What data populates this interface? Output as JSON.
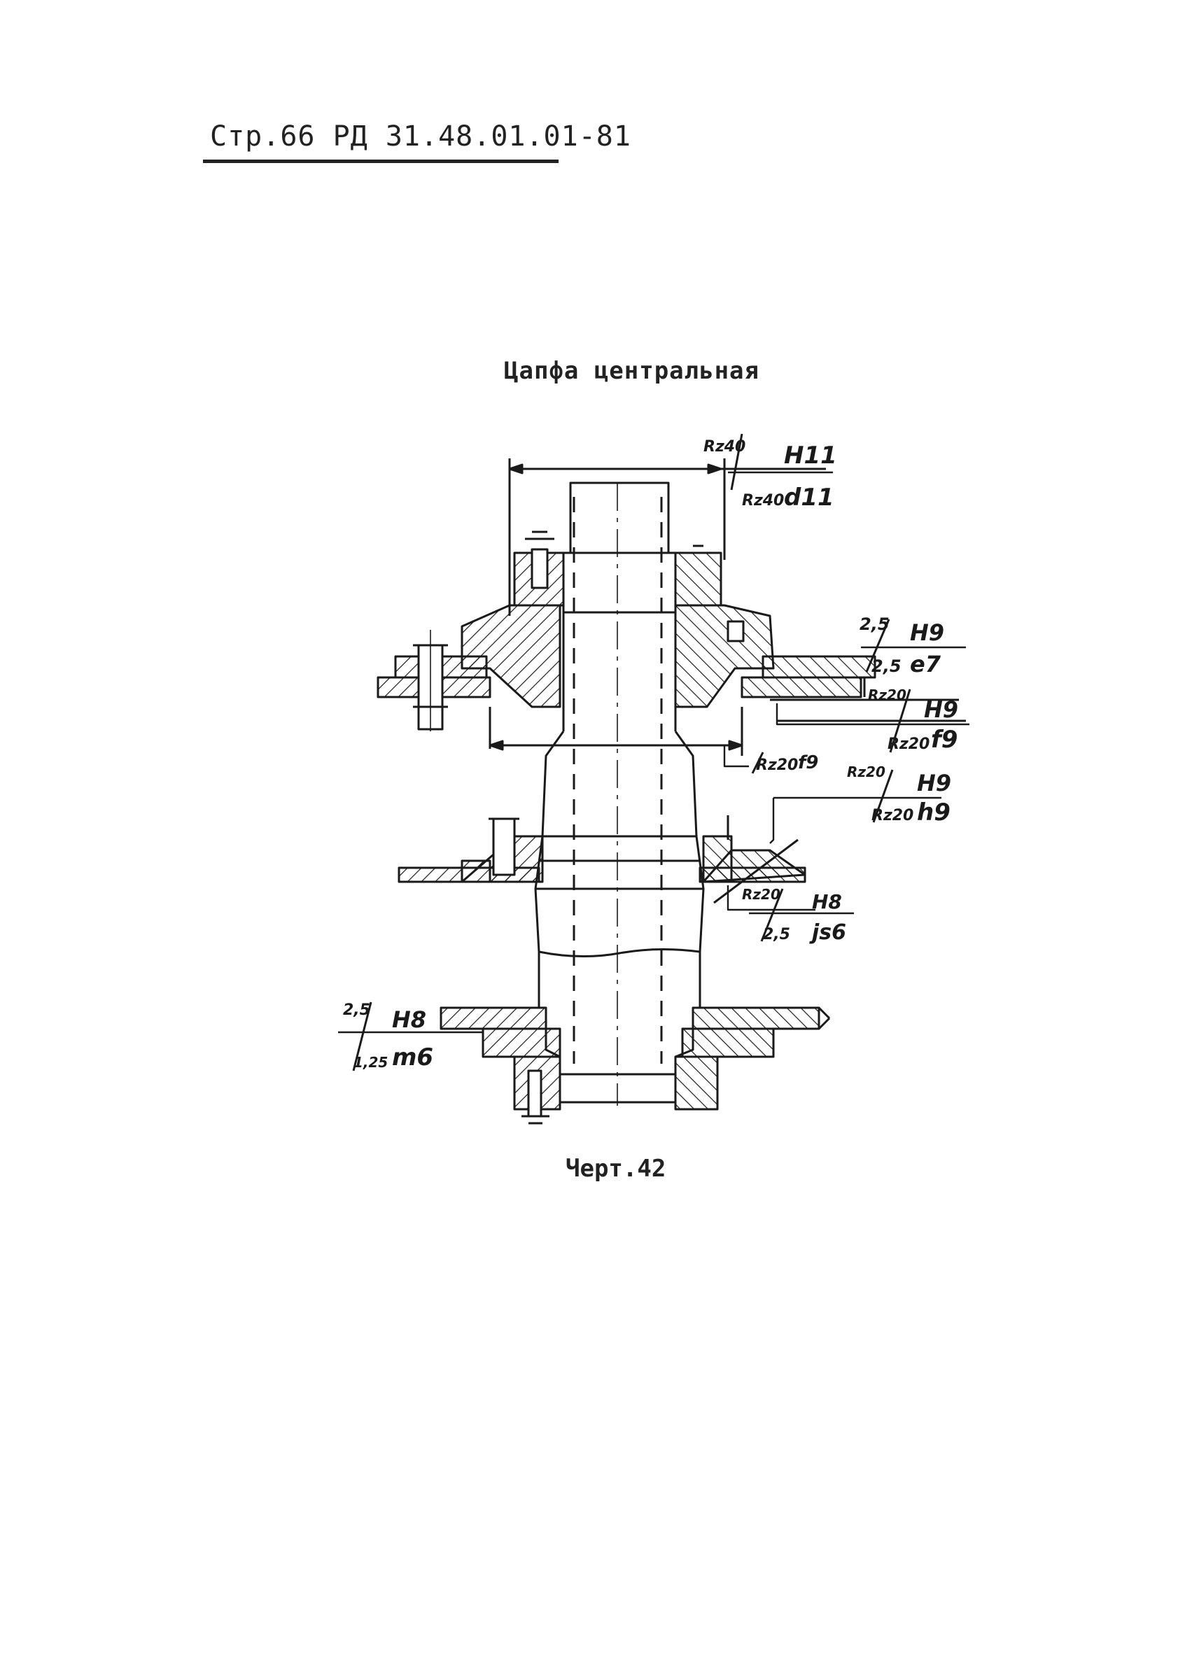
{
  "page": {
    "header": "Стр.66 РД 31.48.01.01-81",
    "title": "Цапфа центральная",
    "caption": "Черт.42"
  },
  "drawing": {
    "fits": {
      "f1": {
        "rough_top": "Rz40",
        "tol_top": "H11",
        "rough_bottom": "Rz40",
        "tol_bottom": "d11"
      },
      "f2": {
        "rough_top": "2,5",
        "tol_top": "H9",
        "rough_bottom": "2,5",
        "tol_bottom": "e7"
      },
      "f3": {
        "rough_top": "Rz20",
        "tol_top": "H9",
        "rough_bottom": "Rz20",
        "tol_bottom": "f9"
      },
      "f4": {
        "rough": "Rz20",
        "tol": "f9"
      },
      "f5": {
        "rough_top": "Rz20",
        "tol_top": "H9",
        "rough_bottom": "Rz20",
        "tol_bottom": "h9"
      },
      "f6": {
        "rough_top": "Rz20",
        "tol_top": "H8",
        "rough_bottom": "2,5",
        "tol_bottom": "js6"
      },
      "f7": {
        "rough_top": "2,5",
        "tol_top": "H8",
        "rough_bottom": "1,25",
        "tol_bottom": "m6"
      }
    }
  }
}
